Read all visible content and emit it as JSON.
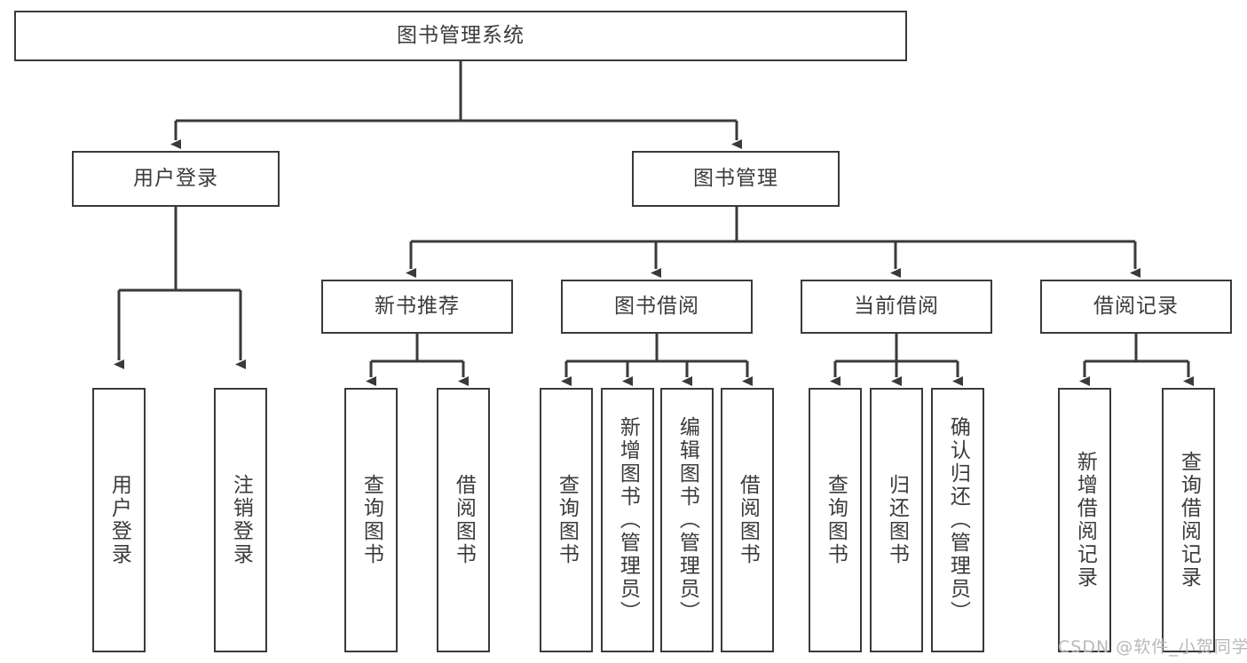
{
  "diagram": {
    "title": "图书管理系统",
    "type": "tree-hierarchy",
    "orientation": "top-down",
    "box_border_color": "#3a3a3a",
    "box_fill_color": "#ffffff",
    "text_color": "#3b3b3b",
    "connector_color": "#3a3a3a"
  },
  "watermark": {
    "text": "CSDN @软件_小贺同学",
    "color": "#b9b9b9"
  },
  "nodes": {
    "root": {
      "label": "图书管理系统"
    },
    "level2": [
      {
        "label": "用户登录"
      },
      {
        "label": "图书管理"
      }
    ],
    "level3": [
      {
        "label": "新书推荐"
      },
      {
        "label": "图书借阅"
      },
      {
        "label": "当前借阅"
      },
      {
        "label": "借阅记录"
      }
    ],
    "leaves": {
      "user_login": [
        {
          "label": "用户登录"
        },
        {
          "label": "注销登录"
        }
      ],
      "new_book_recommend": [
        {
          "label": "查询图书"
        },
        {
          "label": "借阅图书"
        }
      ],
      "book_borrow": [
        {
          "label": "查询图书"
        },
        {
          "label": "新增图书（管理员）"
        },
        {
          "label": "编辑图书（管理员）"
        },
        {
          "label": "借阅图书"
        }
      ],
      "current_borrow": [
        {
          "label": "查询图书"
        },
        {
          "label": "归还图书"
        },
        {
          "label": "确认归还（管理员）"
        }
      ],
      "borrow_record": [
        {
          "label": "新增借阅记录"
        },
        {
          "label": "查询借阅记录"
        }
      ]
    }
  }
}
